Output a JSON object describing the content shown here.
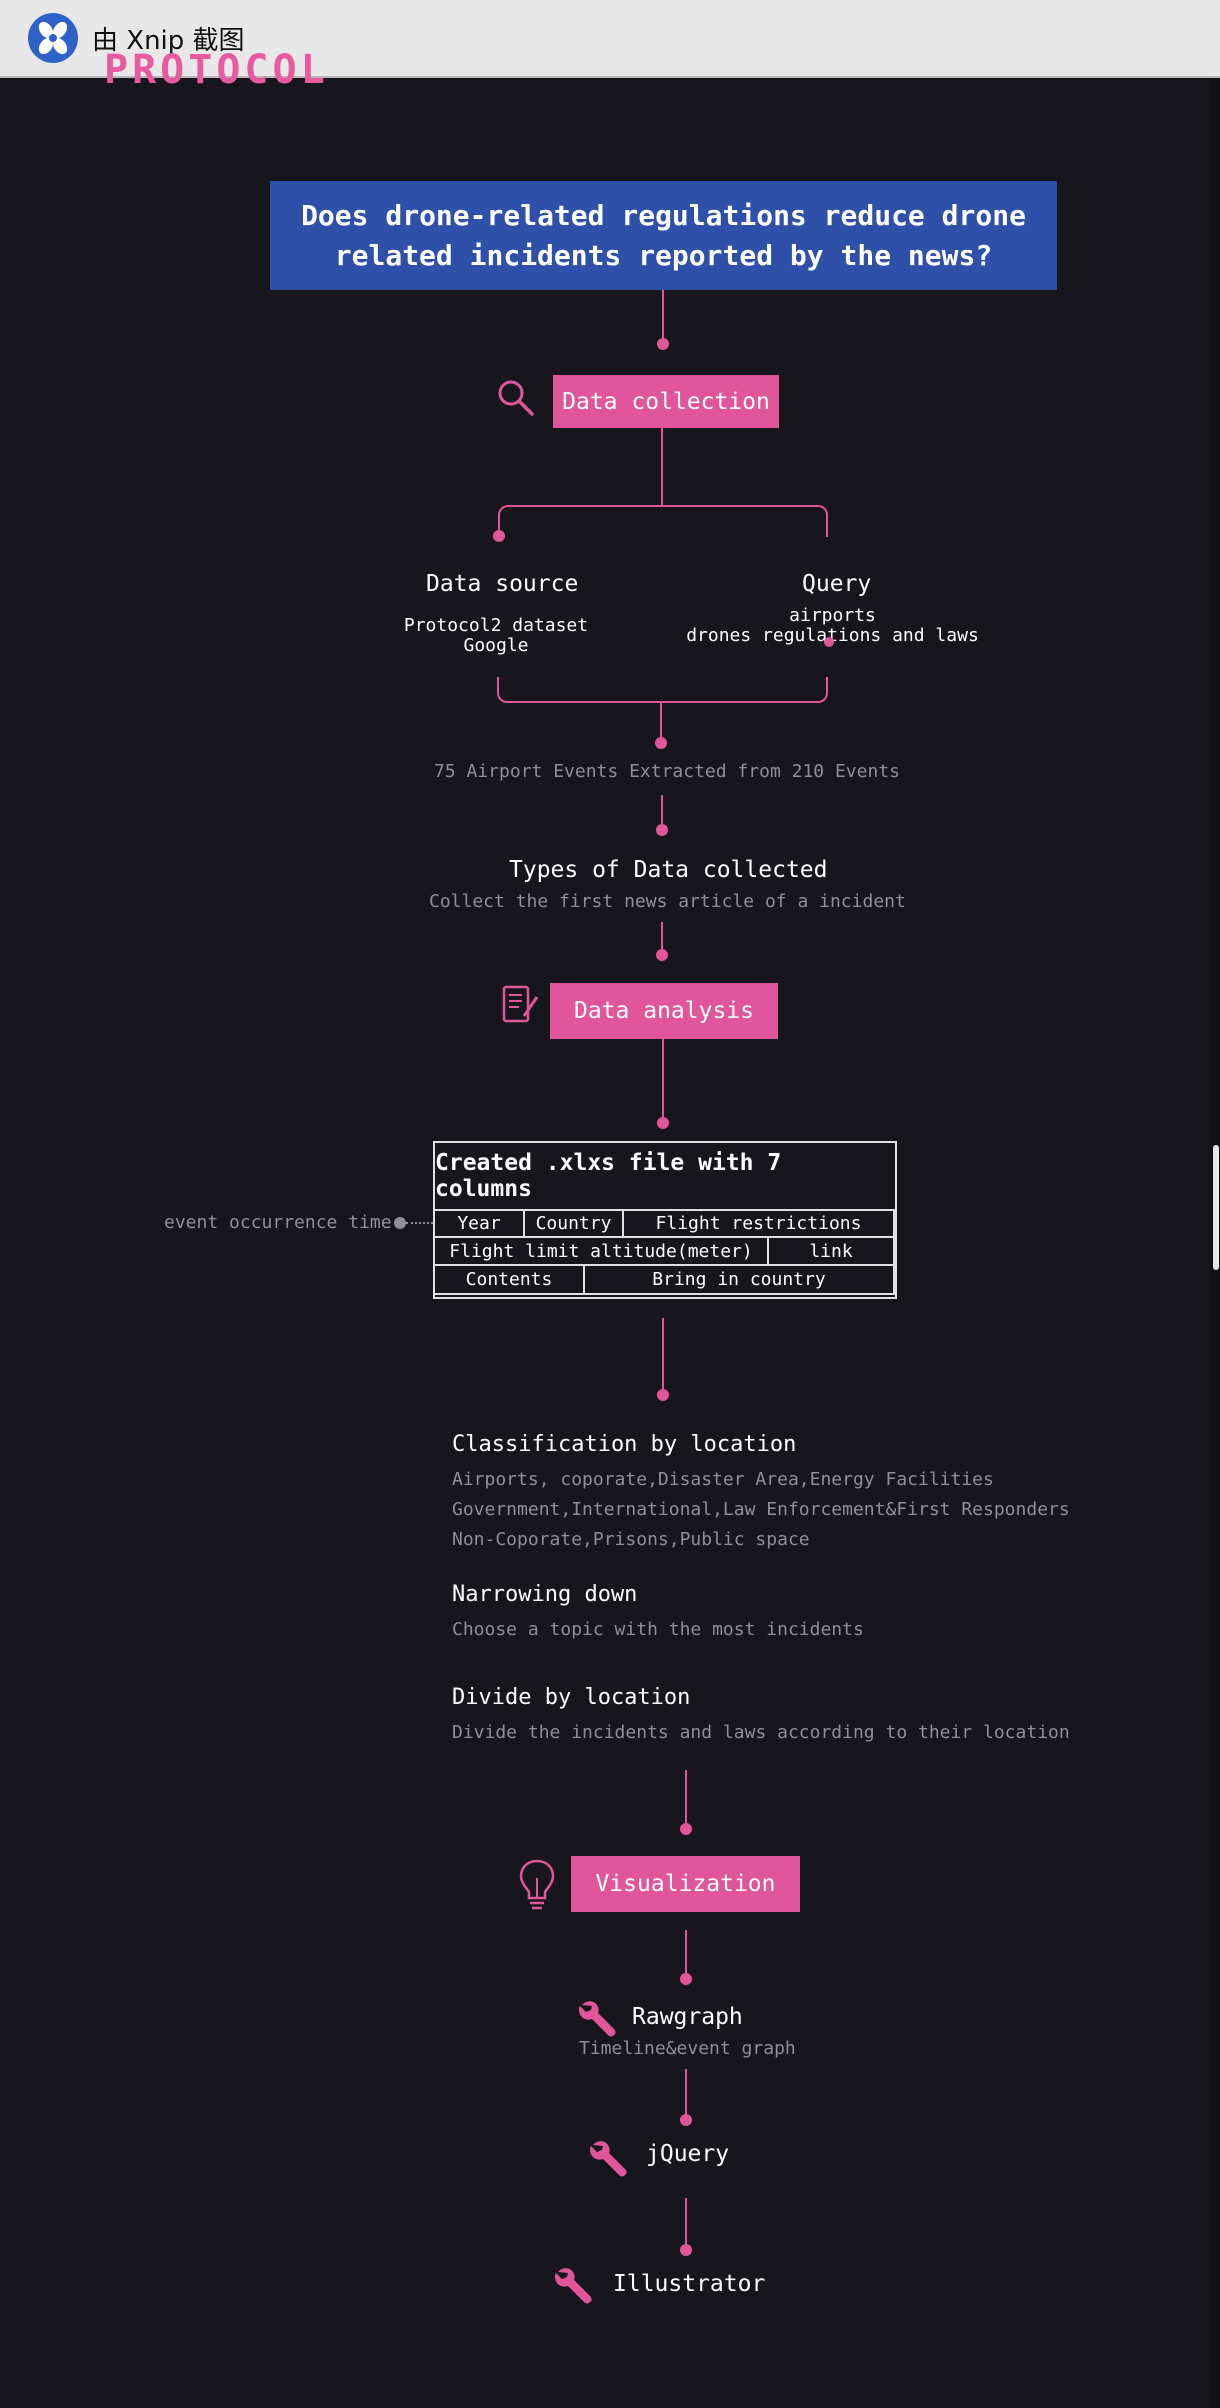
{
  "window": {
    "title": "由 Xnip 截图"
  },
  "page": {
    "section_label": "PROTOCOL"
  },
  "question": "Does drone-related regulations reduce drone related incidents reported by the news?",
  "data_collection": {
    "label": "Data collection",
    "icon": "search-icon",
    "source": {
      "title": "Data source",
      "lines": [
        "Protocol2 dataset",
        "Google"
      ]
    },
    "query": {
      "title": "Query",
      "lines": [
        "airports",
        "drones regulations and laws"
      ]
    },
    "summary": "75 Airport Events Extracted from 210 Events",
    "types": {
      "title": "Types of Data collected",
      "text": "Collect the first news article of a incident"
    }
  },
  "data_analysis": {
    "label": "Data analysis",
    "icon": "document-icon",
    "table": {
      "title": "Created .xlxs file with 7 columns",
      "row1": [
        "Year",
        "Country",
        "Flight restrictions"
      ],
      "row2": [
        "Flight limit altitude(meter)",
        "link"
      ],
      "row3": [
        "Contents",
        "Bring in country"
      ]
    },
    "side_note": "event occurrence time",
    "steps": [
      {
        "title": "Classification by location",
        "lines": [
          "Airports, coporate,Disaster Area,Energy Facilities",
          "Government,International,Law Enforcement&First Responders",
          "Non-Coporate,Prisons,Public space"
        ]
      },
      {
        "title": "Narrowing down",
        "lines": [
          "Choose a topic with the most incidents"
        ]
      },
      {
        "title": "Divide by location",
        "lines": [
          "Divide the incidents and laws according to their location"
        ]
      }
    ]
  },
  "visualization": {
    "label": "Visualization",
    "icon": "lightbulb-icon",
    "tools": [
      {
        "name": "Rawgraph",
        "desc": "Timeline&event graph",
        "icon": "wrench-icon"
      },
      {
        "name": "jQuery",
        "icon": "wrench-icon"
      },
      {
        "name": "Illustrator",
        "icon": "wrench-icon"
      }
    ]
  },
  "colors": {
    "accent": "#e1569b",
    "question_bg": "#2e50a8",
    "background": "#16161c",
    "muted": "#8f8f98"
  }
}
